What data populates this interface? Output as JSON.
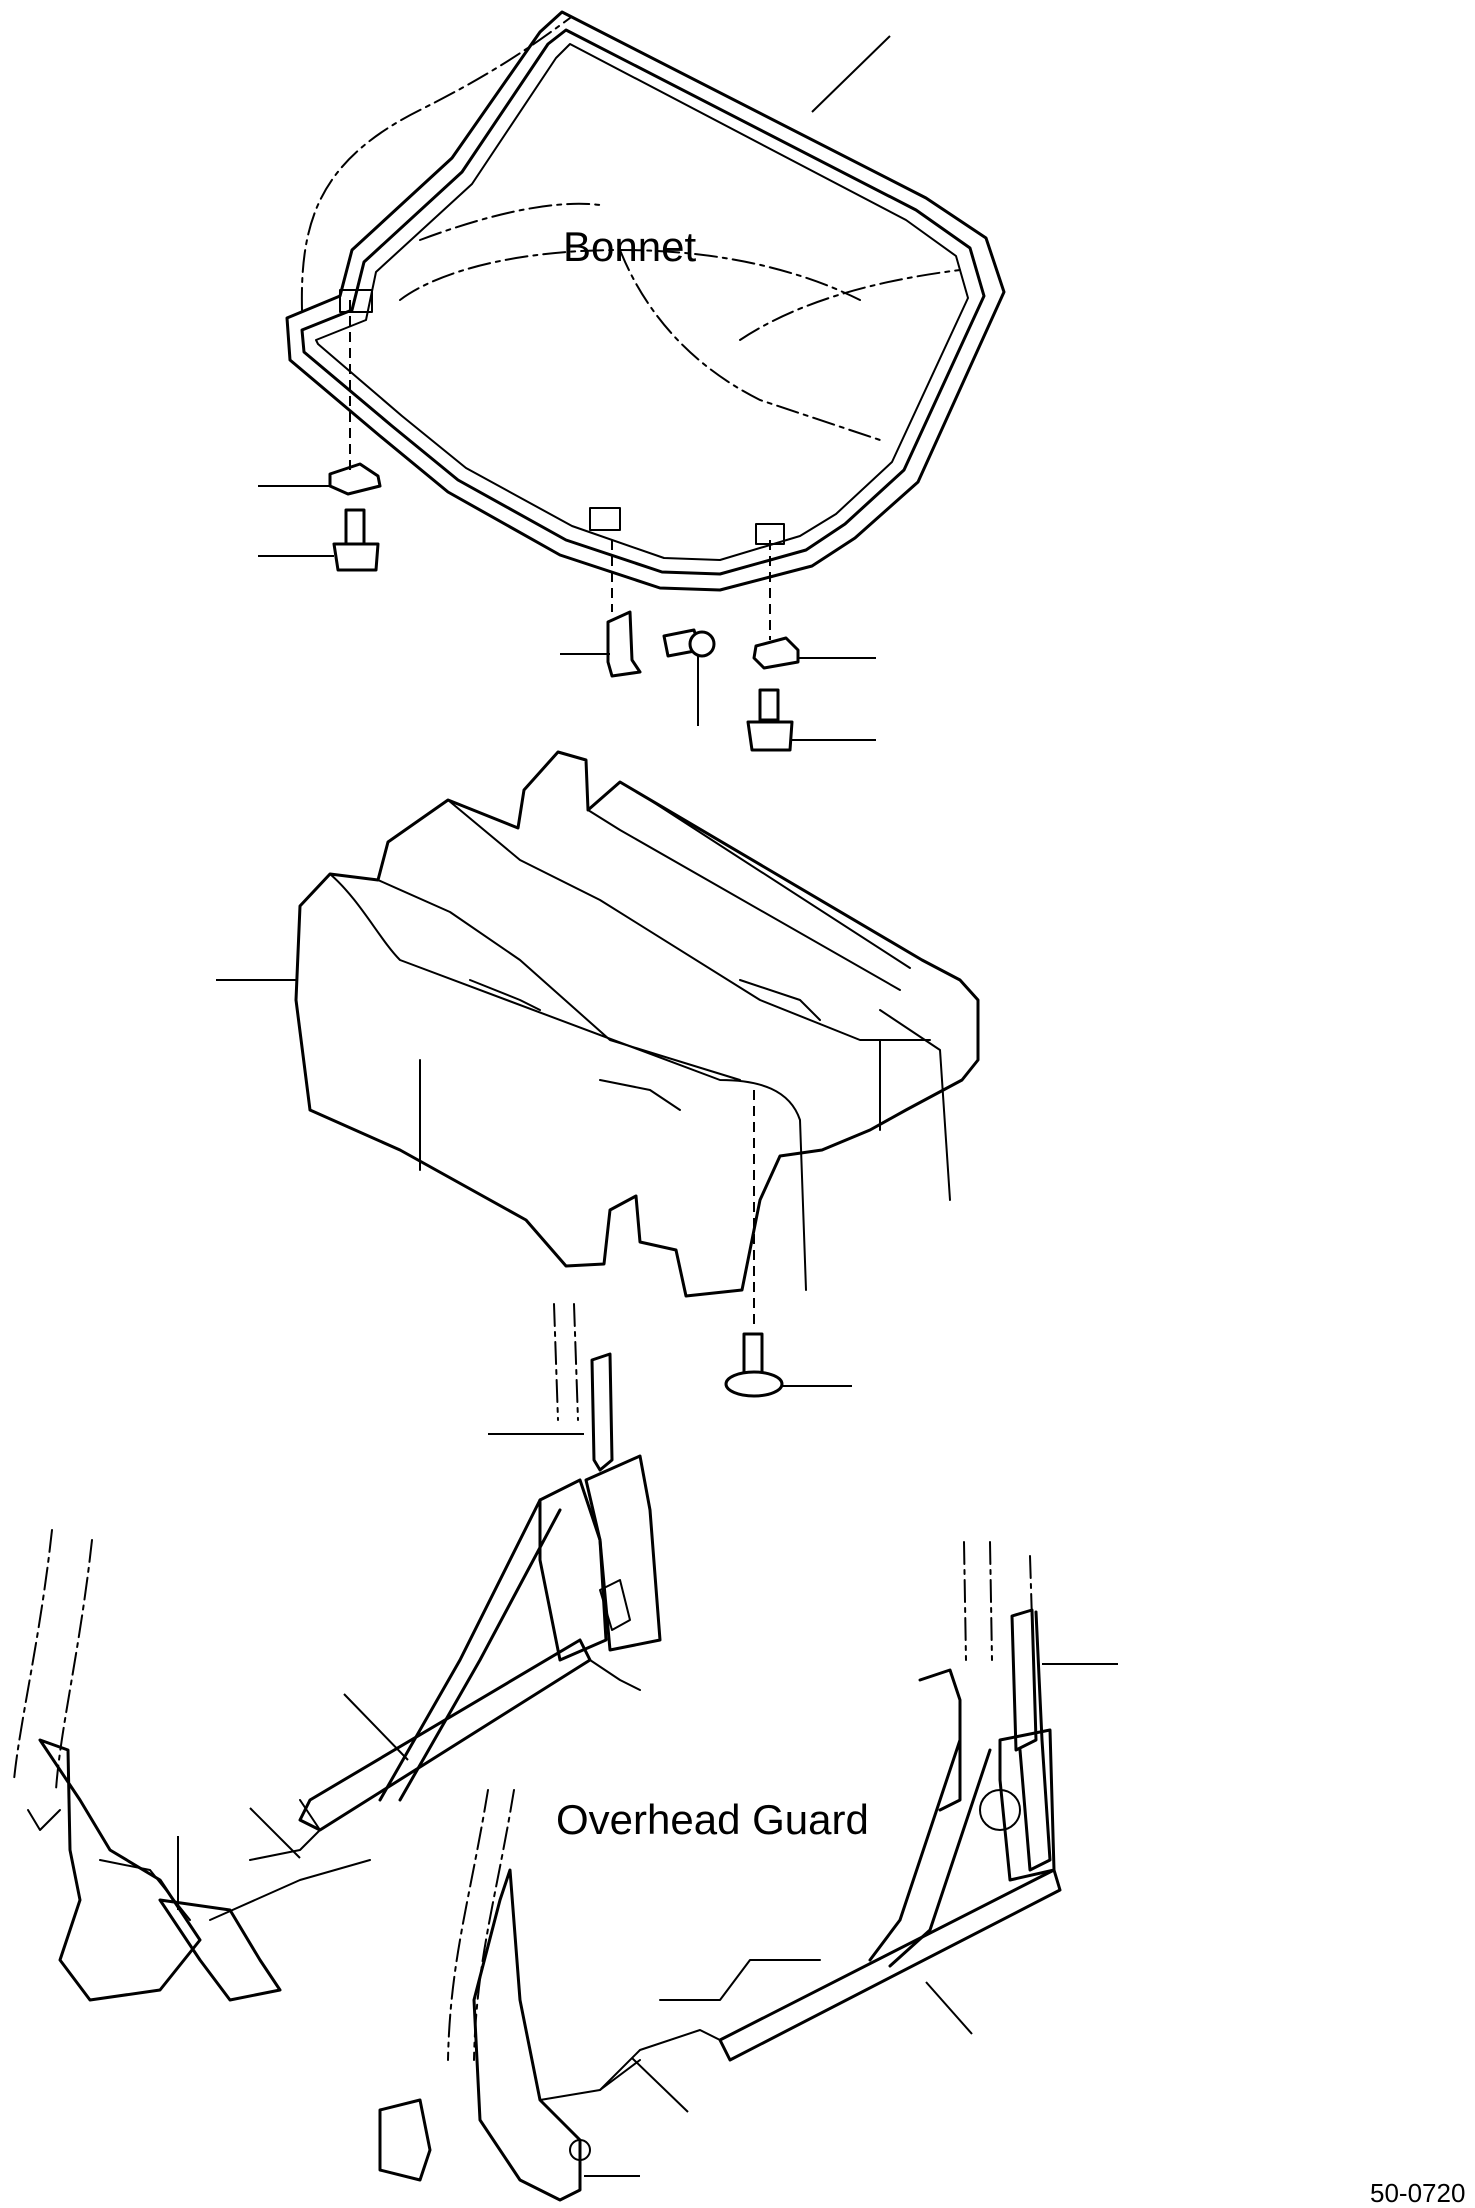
{
  "labels": {
    "bonnet": "Bonnet",
    "overhead_guard": "Overhead Guard",
    "figure_number": "50-0720"
  }
}
